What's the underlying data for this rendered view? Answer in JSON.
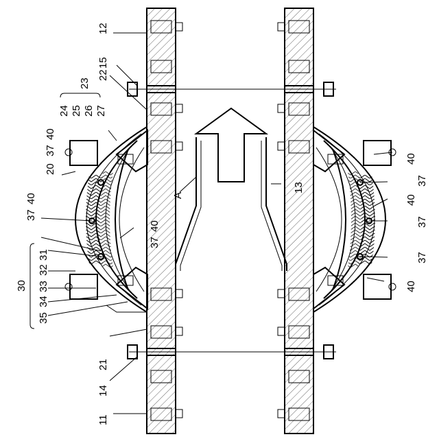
{
  "figure": {
    "labels": {
      "l11": "11",
      "l12": "12",
      "l13": "13",
      "l14": "14",
      "l15": "15",
      "l20": "20",
      "l21": "21",
      "l22": "22",
      "l23": "23",
      "l24": "24",
      "l25": "25",
      "l26": "26",
      "l27": "27",
      "l30": "30",
      "l31": "31",
      "l32": "32",
      "l33": "33",
      "l34": "34",
      "l35": "35",
      "l37": "37",
      "l40": "40",
      "lA": "A"
    }
  }
}
